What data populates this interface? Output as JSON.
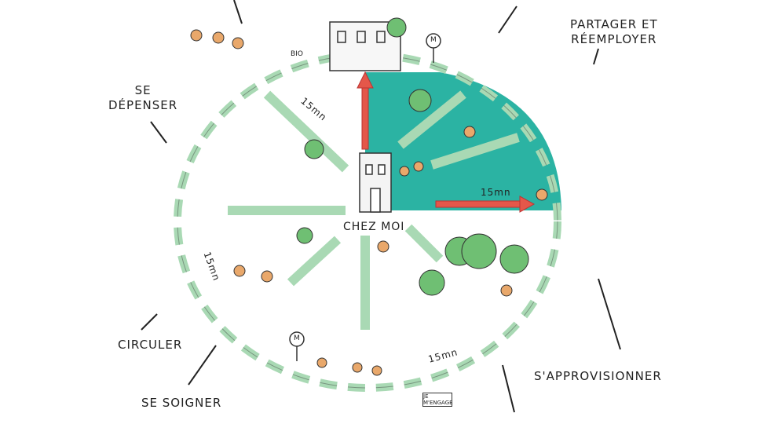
{
  "title": "Ville du quart d'heure",
  "center": {
    "label": "CHEZ MOI"
  },
  "labels": {
    "se_depenser": [
      "SE",
      "DÉPENSER"
    ],
    "partager": [
      "PARTAGER ET",
      "RÉEMPLOYER"
    ],
    "circuler": "CIRCULER",
    "se_soigner": "SE SOIGNER",
    "s_approvisionner": "S'APPROVISIONNER"
  },
  "durations": [
    "15mn",
    "15mn",
    "15mn",
    "15mn"
  ],
  "signs": {
    "bio": "BIO",
    "metro": "M",
    "engage": "JE M'ENGAGE"
  },
  "colors": {
    "teal": "#2bb3a3",
    "green": "#a9d9b4",
    "arrow": "#e4574a",
    "ink": "#222222"
  }
}
